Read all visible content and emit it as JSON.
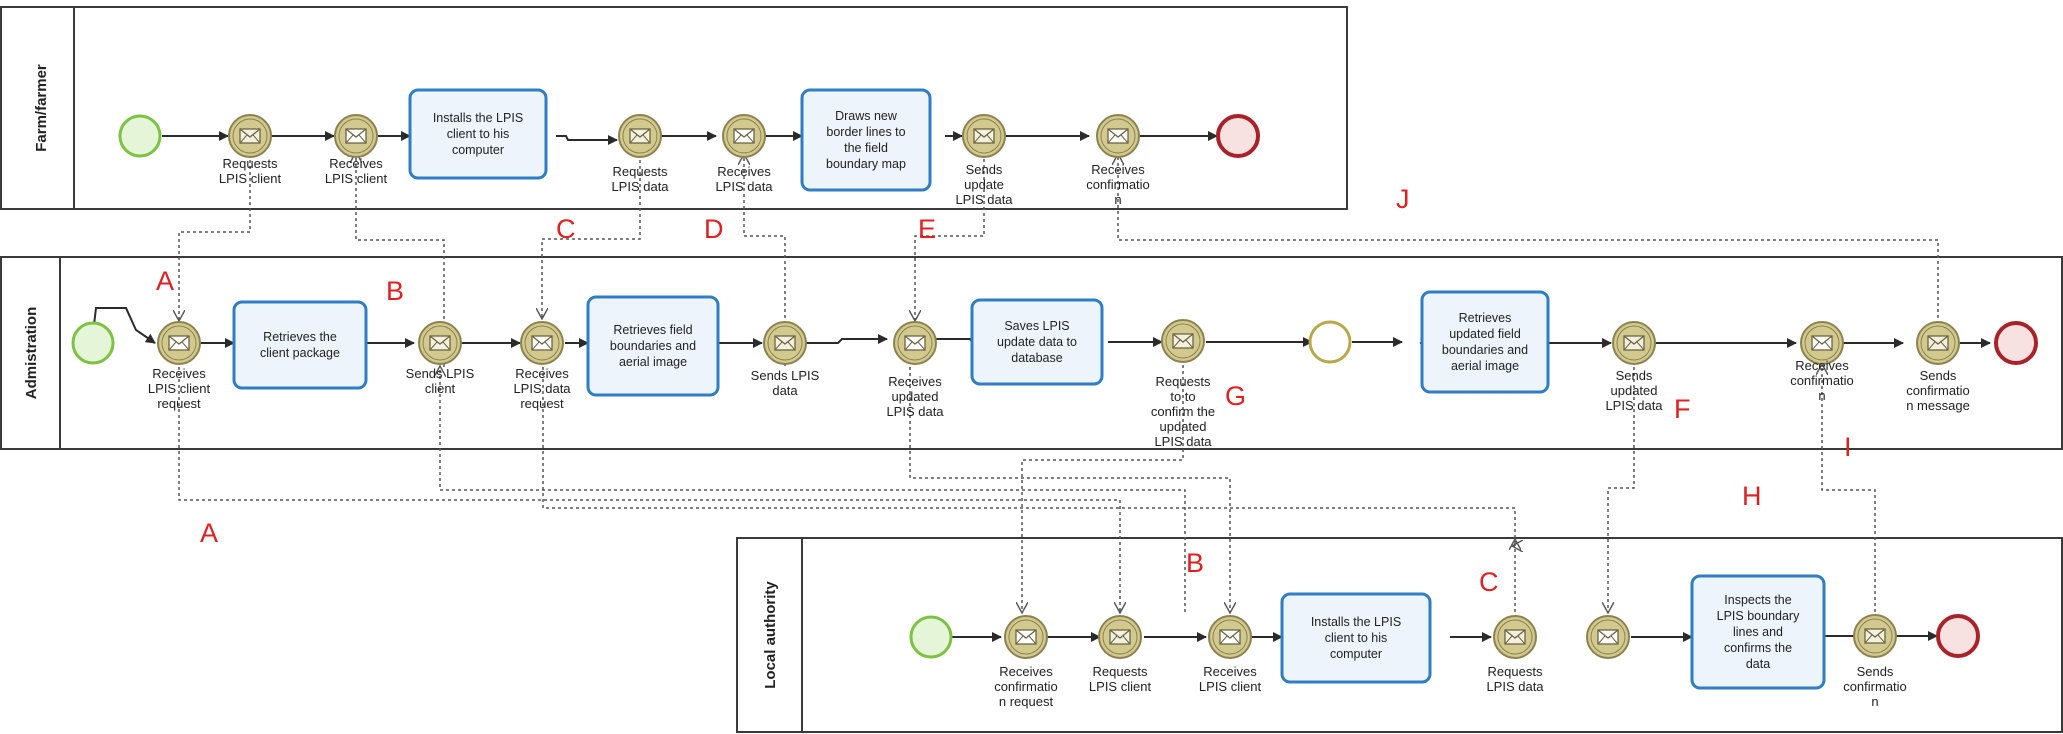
{
  "pools": [
    {
      "id": "farmer",
      "title": "Farm/farmer"
    },
    {
      "id": "admin",
      "title": "Admistration"
    },
    {
      "id": "local",
      "title": "Local authority"
    }
  ],
  "tasks": [
    {
      "id": "t1",
      "lines": [
        "Installs the LPIS",
        "client to his",
        "computer"
      ]
    },
    {
      "id": "t2",
      "lines": [
        "Draws new",
        "border lines to",
        "the  field",
        "boundary map"
      ]
    },
    {
      "id": "t3",
      "lines": [
        "Retrieves the",
        "client package"
      ]
    },
    {
      "id": "t4",
      "lines": [
        "Retrieves  field",
        "boundaries and",
        "aerial image"
      ]
    },
    {
      "id": "t5",
      "lines": [
        "Saves LPIS",
        "update data to",
        "database"
      ]
    },
    {
      "id": "t6",
      "lines": [
        "Retrieves",
        "updated field",
        "boundaries and",
        "aerial image"
      ]
    },
    {
      "id": "t7",
      "lines": [
        "Installs the LPIS",
        "client to his",
        "computer"
      ]
    },
    {
      "id": "t8",
      "lines": [
        "Inspects the",
        "LPIS boundary",
        "lines and",
        "confirms the",
        "data"
      ]
    }
  ],
  "events": [
    {
      "id": "f1",
      "lines": [
        "Requests",
        "LPIS client"
      ]
    },
    {
      "id": "f2",
      "lines": [
        "Receives",
        "LPIS client"
      ]
    },
    {
      "id": "f3",
      "lines": [
        "Requests",
        "LPIS data"
      ]
    },
    {
      "id": "f4",
      "lines": [
        "Receives",
        "LPIS data"
      ]
    },
    {
      "id": "f5",
      "lines": [
        "Sends",
        "update",
        "LPIS data"
      ]
    },
    {
      "id": "f6",
      "lines": [
        "Receives",
        "confirmatio",
        "n"
      ]
    },
    {
      "id": "a1",
      "lines": [
        "Receives",
        "LPIS client",
        "request"
      ]
    },
    {
      "id": "a2",
      "lines": [
        "Sends LPIS",
        "client"
      ]
    },
    {
      "id": "a3",
      "lines": [
        "Receives",
        "LPIS data",
        "request"
      ]
    },
    {
      "id": "a4",
      "lines": [
        "Sends LPIS",
        "data"
      ]
    },
    {
      "id": "a5",
      "lines": [
        "Receives",
        "updated",
        "LPIS data"
      ]
    },
    {
      "id": "a6",
      "lines": [
        "Requests",
        "to to",
        "confirm the",
        "updated",
        "LPIS data"
      ]
    },
    {
      "id": "a7",
      "lines": [
        "Sends",
        "updated",
        "LPIS data"
      ]
    },
    {
      "id": "a8",
      "lines": [
        "Receives",
        "confirmatio",
        "n"
      ]
    },
    {
      "id": "a9",
      "lines": [
        "Sends",
        "confirmatio",
        "n message"
      ]
    },
    {
      "id": "l1",
      "lines": [
        "Receives",
        "confirmatio",
        "n request"
      ]
    },
    {
      "id": "l2",
      "lines": [
        "Requests",
        "LPIS client"
      ]
    },
    {
      "id": "l3",
      "lines": [
        "Receives",
        "LPIS client"
      ]
    },
    {
      "id": "l4",
      "lines": [
        "Requests",
        "LPIS data"
      ]
    },
    {
      "id": "l5",
      "lines": [
        "Sends",
        "confirmatio",
        "n"
      ]
    }
  ],
  "letters": [
    "A",
    "B",
    "C",
    "D",
    "E",
    "J",
    "G",
    "F",
    "I",
    "H",
    "A",
    "B",
    "C"
  ],
  "colors": {
    "task_border": "#2f7ec4",
    "task_fill": "#eef4fb",
    "start_event": "#7dc242",
    "end_event": "#a8222a",
    "message_event": "#d2c98e",
    "letters": "#e02020"
  }
}
